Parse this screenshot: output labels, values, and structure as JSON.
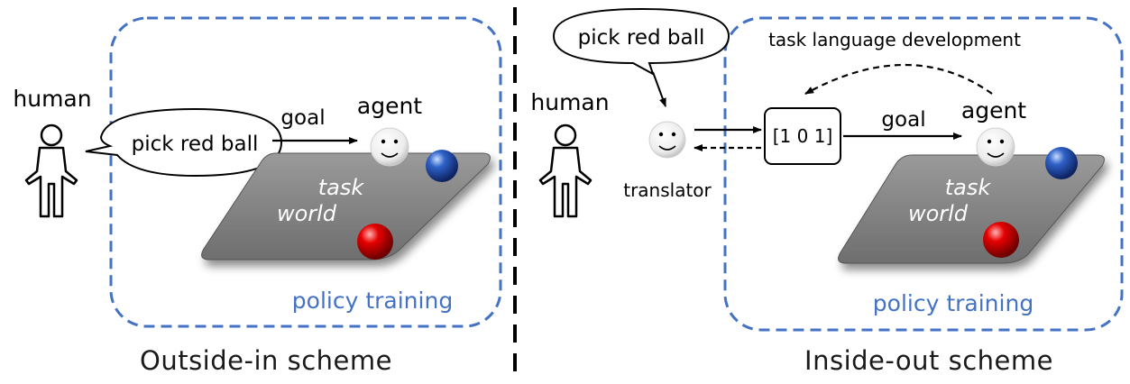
{
  "left": {
    "human_label": "human",
    "speech": "pick red ball",
    "goal_label": "goal",
    "agent_label": "agent",
    "world_line1": "task",
    "world_line2": "world",
    "box_label": "policy training",
    "caption": "Outside-in scheme"
  },
  "right": {
    "human_label": "human",
    "speech": "pick red ball",
    "translator_label": "translator",
    "code": "[1 0 1]",
    "goal_label": "goal",
    "agent_label": "agent",
    "dev_label": "task language development",
    "world_line1": "task",
    "world_line2": "world",
    "box_label": "policy training",
    "caption": "Inside-out scheme"
  },
  "colors": {
    "box_border": "#4472c4",
    "box_label": "#4472c4",
    "platform": "#8a8a8a",
    "red_ball": "#d00000",
    "blue_ball": "#2f62c8"
  }
}
